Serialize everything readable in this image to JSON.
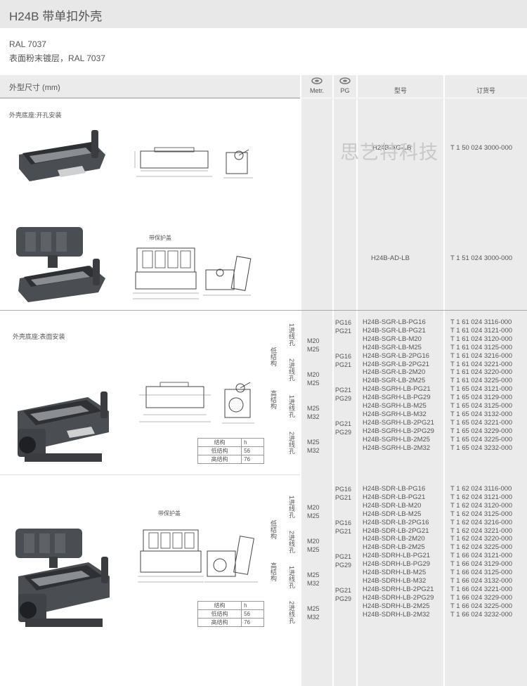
{
  "header": {
    "title": "H24B 带单扣外壳",
    "ral": "RAL 7037",
    "ral_desc": "表面粉末镀层，RAL 7037"
  },
  "table_header": {
    "dimensions": "外型尺寸 (mm)",
    "metr": "Metr.",
    "pg": "PG",
    "model": "型号",
    "order": "订货号"
  },
  "icons": {
    "metr": "cable-gland-icon",
    "pg": "cable-gland-icon"
  },
  "watermark": "思艺特科技",
  "section1": {
    "title": "外壳底座:开孔安装",
    "cover_label": "带保护盖",
    "model_a": "H24B-AG-LB",
    "order_a": "T 1 50 024 3000-000",
    "model_b": "H24B-AD-LB",
    "order_b": "T 1 51 024 3000-000"
  },
  "section2": {
    "title": "外壳底座:表面安装",
    "low": "低结构",
    "high": "高结构",
    "entry1": "1进线孔",
    "entry2": "2进线孔",
    "metr": "M20\nM25\n\n\nM20\nM25\n\n\nM25\nM32\n\n\nM25\nM32",
    "pg": "PG16\nPG21\n\n\nPG16\nPG21\n\n\nPG21\nPG29\n\n\nPG21\nPG29",
    "models": "H24B-SGR-LB-PG16\nH24B-SGR-LB-PG21\nH24B-SGR-LB-M20\nH24B-SGR-LB-M25\nH24B-SGR-LB-2PG16\nH24B-SGR-LB-2PG21\nH24B-SGR-LB-2M20\nH24B-SGR-LB-2M25\nH24B-SGRH-LB-PG21\nH24B-SGRH-LB-PG29\nH24B-SGRH-LB-M25\nH24B-SGRH-LB-M32\nH24B-SGRH-LB-2PG21\nH24B-SGRH-LB-2PG29\nH24B-SGRH-LB-2M25\nH24B-SGRH-LB-2M32",
    "orders": "T 1 61 024 3116-000\nT 1 61 024 3121-000\nT 1 61 024 3120-000\nT 1 61 024 3125-000\nT 1 61 024 3216-000\nT 1 61 024 3221-000\nT 1 61 024 3220-000\nT 1 61 024 3225-000\nT 1 65 024 3121-000\nT 1 65 024 3129-000\nT 1 65 024 3125-000\nT 1 65 024 3132-000\nT 1 65 024 3221-000\nT 1 65 024 3229-000\nT 1 65 024 3225-000\nT 1 65 024 3232-000",
    "struct_table": {
      "h1": "结构",
      "h2": "h",
      "r1": "低结构",
      "r1v": "56",
      "r2": "高结构",
      "r2v": "76"
    }
  },
  "section3": {
    "cover_label": "带保护盖",
    "low": "低结构",
    "high": "高结构",
    "entry1": "1进线孔",
    "entry2": "2进线孔",
    "metr": "M20\nM25\n\n\nM20\nM25\n\n\nM25\nM32\n\n\nM25\nM32",
    "pg": "PG16\nPG21\n\n\nPG16\nPG21\n\n\nPG21\nPG29\n\n\nPG21\nPG29",
    "models": "H24B-SDR-LB-PG16\nH24B-SDR-LB-PG21\nH24B-SDR-LB-M20\nH24B-SDR-LB-M25\nH24B-SDR-LB-2PG16\nH24B-SDR-LB-2PG21\nH24B-SDR-LB-2M20\nH24B-SDR-LB-2M25\nH24B-SDRH-LB-PG21\nH24B-SDRH-LB-PG29\nH24B-SDRH-LB-M25\nH24B-SDRH-LB-M32\nH24B-SDRH-LB-2PG21\nH24B-SDRH-LB-2PG29\nH24B-SDRH-LB-2M25\nH24B-SDRH-LB-2M32",
    "orders": "T 1 62 024 3116-000\nT 1 62 024 3121-000\nT 1 62 024 3120-000\nT 1 62 024 3125-000\nT 1 62 024 3216-000\nT 1 62 024 3221-000\nT 1 62 024 3220-000\nT 1 62 024 3225-000\nT 1 66 024 3121-000\nT 1 66 024 3129-000\nT 1 66 024 3125-000\nT 1 66 024 3132-000\nT 1 66 024 3221-000\nT 1 66 024 3229-000\nT 1 66 024 3225-000\nT 1 66 024 3232-000",
    "struct_table": {
      "h1": "结构",
      "h2": "h",
      "r1": "低结构",
      "r1v": "56",
      "r2": "高结构",
      "r2v": "76"
    }
  }
}
